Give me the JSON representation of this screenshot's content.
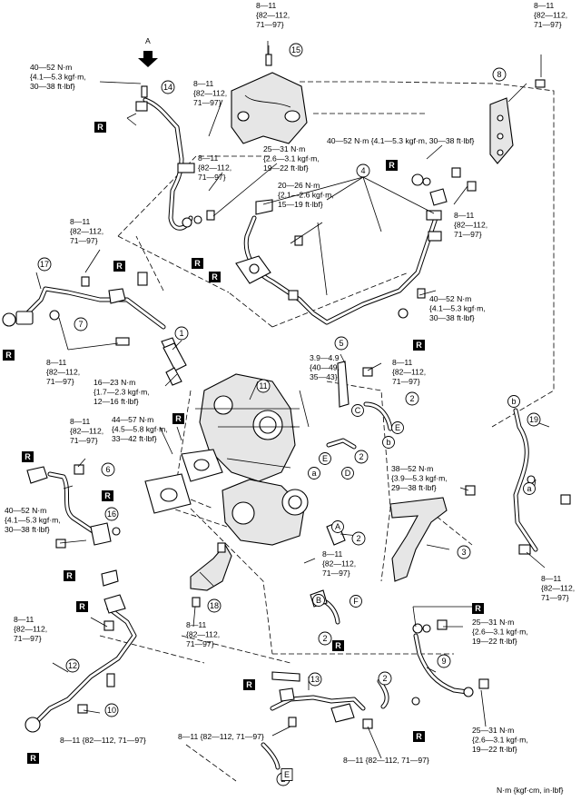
{
  "diagram": {
    "torques": {
      "t_top15": [
        "8—11",
        "{82—112,",
        "71—97}"
      ],
      "t_topright8": [
        "8—11",
        "{82—112,",
        "71—97}"
      ],
      "t_left14": [
        "40—52 N·m",
        "{4.1—5.3 kgf·m,",
        "30—38 ft·lbf}"
      ],
      "t_mid15a": [
        "8—11",
        "{82—112,",
        "71—97}"
      ],
      "t_mid14b": [
        "8—11",
        "{82—112,",
        "71—97}"
      ],
      "t_right4a": [
        "40—52 N·m {4.1—5.3 kgf·m, 30—38 ft·lbf}"
      ],
      "t_mid14c": [
        "25—31 N·m",
        "{2.6—3.1 kgf·m,",
        "19—22 ft·lbf}"
      ],
      "t_mid4b": [
        "20—26 N·m",
        "{2.1—2.6 kgf·m,",
        "15—19 ft·lbf}"
      ],
      "t_left17": [
        "8—11",
        "{82—112,",
        "71—97}"
      ],
      "t_right4c": [
        "8—11",
        "{82—112,",
        "71—97}"
      ],
      "t_right4d": [
        "40—52 N·m",
        "{4.1—5.3 kgf·m,",
        "30—38 ft·lbf}"
      ],
      "t_left7": [
        "8—11",
        "{82—112,",
        "71—97}"
      ],
      "t_mid16a": [
        "16—23 N·m",
        "{1.7—2.3 kgf·m,",
        "12—16 ft·lbf}"
      ],
      "t_mid35": [
        "3.9—4.9",
        "{40—49,",
        "35—43}"
      ],
      "t_mid5": [
        "8—11",
        "{82—112,",
        "71—97}"
      ],
      "t_left6": [
        "8—11",
        "{82—112,",
        "71—97}"
      ],
      "t_mid44": [
        "44—57 N·m",
        "{4.5—5.8 kgf·m,",
        "33—42 ft·lbf}"
      ],
      "t_right3": [
        "38—52 N·m",
        "{3.9—5.3 kgf·m,",
        "29—38 ft·lbf}"
      ],
      "t_left16": [
        "40—52 N·m",
        "{4.1—5.3 kgf·m,",
        "30—38 ft·lbf}"
      ],
      "t_midA": [
        "8—11",
        "{82—112,",
        "71—97}"
      ],
      "t_right19": [
        "8—11",
        "{82—112,",
        "71—97}"
      ],
      "t_left12": [
        "8—11",
        "{82—112,",
        "71—97}"
      ],
      "t_mid18": [
        "8—11",
        "{82—112,",
        "71—97}"
      ],
      "t_right9a": [
        "25—31 N·m",
        "{2.6—3.1 kgf·m,",
        "19—22 ft·lbf}"
      ],
      "t_bot10": [
        "8—11 {82—112, 71—97}"
      ],
      "t_bot13": [
        "8—11 {82—112, 71—97}"
      ],
      "t_bot13b": [
        "8—11 {82—112, 71—97}"
      ],
      "t_right9b": [
        "25—31 N·m",
        "{2.6—3.1 kgf·m,",
        "19—22 ft·lbf}"
      ]
    },
    "part_numbers": [
      "1",
      "2",
      "3",
      "4",
      "5",
      "6",
      "7",
      "8",
      "9",
      "10",
      "11",
      "12",
      "13",
      "14",
      "15",
      "16",
      "17",
      "18",
      "19"
    ],
    "view_letters": [
      "A",
      "B",
      "C",
      "D",
      "E",
      "F",
      "a",
      "b"
    ],
    "replace_mark": "R",
    "view_label": "A",
    "units_note": "N·m {kgf·cm, in·lbf}"
  }
}
